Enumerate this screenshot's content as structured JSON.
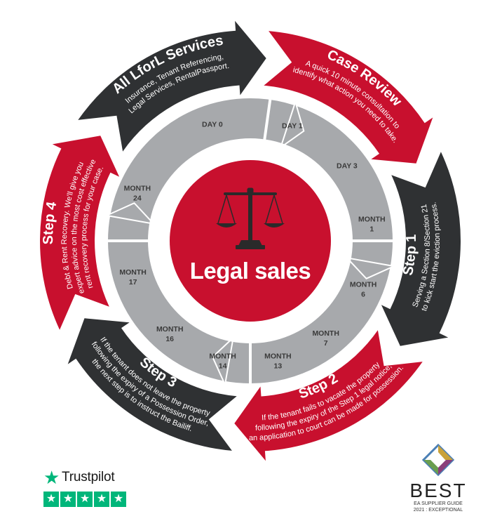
{
  "center": {
    "title": "Legal sales"
  },
  "outer_segments": [
    {
      "title": "Case Review",
      "lines": [
        "A quick 10 minute consultation to",
        "identify what action you need to take."
      ],
      "color": "#c8102e"
    },
    {
      "title": "Step 1",
      "lines": [
        "Serving a Section 8/Section 21",
        "to kick start the eviction process."
      ],
      "color": "#2f3133"
    },
    {
      "title": "Step 2",
      "lines": [
        "If the tenant fails to vacate the property",
        "following the expiry of the Step 1 legal notice,",
        "an application to court can be made for possession."
      ],
      "color": "#c8102e"
    },
    {
      "title": "Step 3",
      "lines": [
        "If the tenant does not leave the property",
        "following the expiry of a Possession Order,",
        "the next step is to instruct the Bailiff."
      ],
      "color": "#2f3133"
    },
    {
      "title": "Step 4",
      "lines": [
        "Debt & Rent Recovery. We'll give you",
        "expert advice on the most cost effective",
        "rent recovery process for your case."
      ],
      "color": "#c8102e"
    },
    {
      "title": "All LforL Services",
      "lines": [
        "Insurance, Tenant Referencing,",
        "Legal Services, RentalPassport."
      ],
      "color": "#2f3133"
    }
  ],
  "timeline": [
    {
      "lines": [
        "DAY 1"
      ]
    },
    {
      "lines": [
        "DAY 3"
      ]
    },
    {
      "lines": [
        "MONTH",
        "1"
      ]
    },
    {
      "lines": [
        "MONTH",
        "6"
      ]
    },
    {
      "lines": [
        "MONTH",
        "7"
      ]
    },
    {
      "lines": [
        "MONTH",
        "13"
      ]
    },
    {
      "lines": [
        "MONTH",
        "14"
      ]
    },
    {
      "lines": [
        "MONTH",
        "16"
      ]
    },
    {
      "lines": [
        "MONTH",
        "17"
      ]
    },
    {
      "lines": [
        "MONTH",
        "24"
      ]
    },
    {
      "lines": [
        "DAY 0"
      ]
    }
  ],
  "colors": {
    "red": "#c8102e",
    "dark": "#2f3133",
    "grey": "#a7a9ac",
    "trustpilot_green": "#00b67a"
  },
  "trustpilot": {
    "name": "Trustpilot",
    "stars": 5,
    "icon": "star-icon"
  },
  "best": {
    "word": "BEST",
    "line1": "EA SUPPLIER GUIDE",
    "line2": "2021 : EXCEPTIONAL",
    "icon": "best-logo-icon"
  }
}
